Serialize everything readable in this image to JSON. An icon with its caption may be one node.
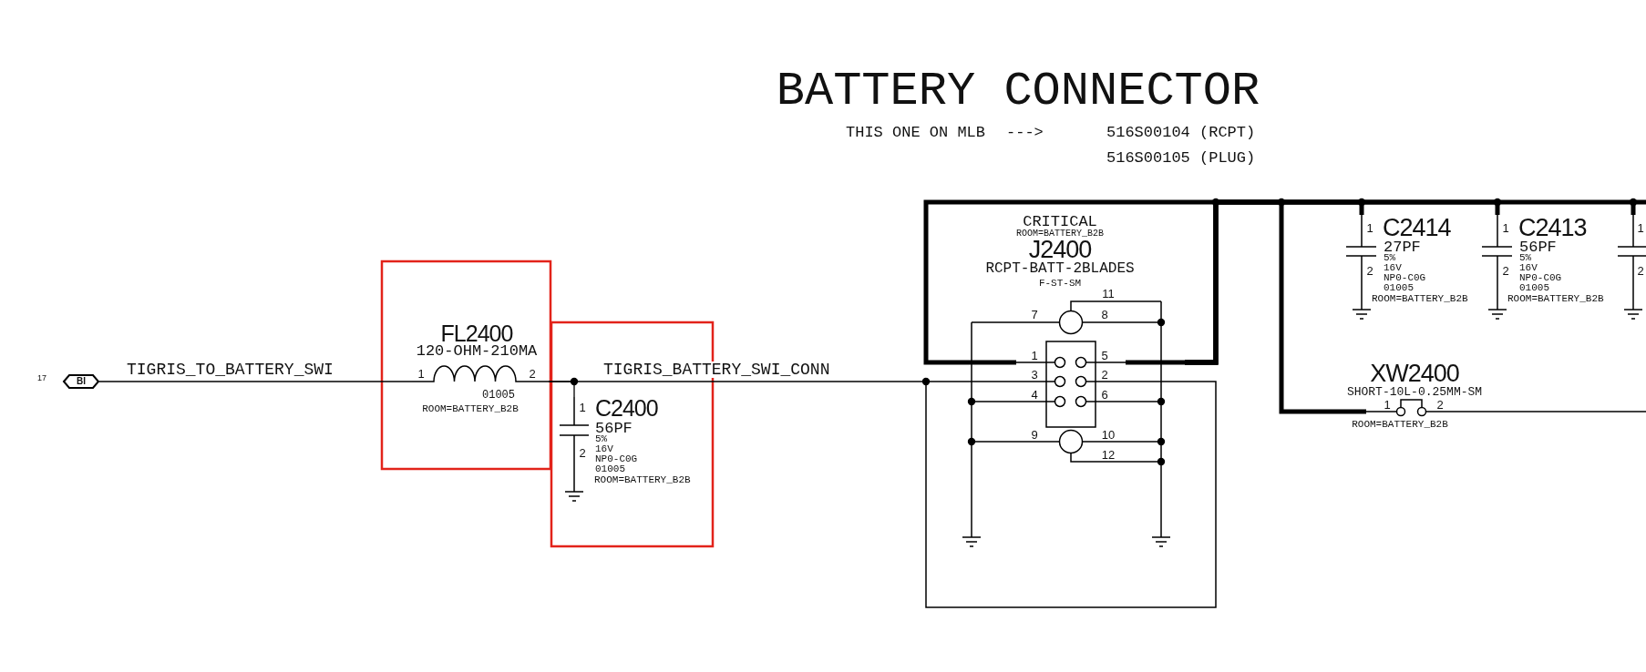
{
  "diagram": {
    "title": "BATTERY CONNECTOR",
    "nodes": [
      {
        "text": [
          "BI"
        ],
        "beside": [
          "17"
        ]
      },
      {
        "text": [
          "FL2400",
          "120-OHM-210MA",
          "01005",
          "ROOM=BATTERY_B2B"
        ]
      },
      {
        "text": [
          "C2400",
          "56PF",
          "5%",
          "16V",
          "NP0-C0G",
          "01005",
          "ROOM=BATTERY_B2B"
        ]
      },
      {
        "text": [
          "CRITICAL",
          "ROOM=BATTERY_B2B",
          "J2400",
          "RCPT-BATT-2BLADES",
          "F-ST-SM"
        ]
      },
      {
        "text": [
          "C2414",
          "27PF",
          "5%",
          "16V",
          "NP0-C0G",
          "01005",
          "ROOM=BATTERY_B2B"
        ]
      },
      {
        "text": [
          "C2413",
          "56PF",
          "5%",
          "16V",
          "NP0-C0G",
          "01005",
          "ROOM=BATTERY_B2B"
        ]
      },
      {
        "text": [],
        "shape": "capacitor"
      },
      {
        "text": [
          "XW2400",
          "SHORT-10L-0.25MM-SM",
          "ROOM=BATTERY_B2B"
        ]
      }
    ],
    "edges": [
      {
        "from": 0,
        "to": 1,
        "arrow": "none",
        "label": "TIGRIS_TO_BATTERY_SWI"
      },
      {
        "from": 1,
        "to": 3,
        "arrow": "none",
        "label": "TIGRIS_BATTERY_SWI_CONN"
      },
      {
        "from": 1,
        "to": 2,
        "arrow": "none"
      },
      {
        "from": 3,
        "to": 4,
        "arrow": "none",
        "style": "thick"
      },
      {
        "from": 3,
        "to": 5,
        "arrow": "none",
        "style": "thick"
      },
      {
        "from": 3,
        "to": 6,
        "arrow": "none",
        "style": "thick"
      },
      {
        "from": 3,
        "to": 7,
        "arrow": "none",
        "style": "thick"
      },
      {
        "from": 7,
        "to": null,
        "arrow": "none"
      }
    ],
    "labels": [
      "THIS ONE ON MLB",
      "--->",
      "516S00104 (RCPT)",
      "516S00105 (PLUG)",
      "1",
      "2",
      "1",
      "2",
      "11",
      "7",
      "8",
      "1",
      "5",
      "3",
      "2",
      "4",
      "6",
      "9",
      "10",
      "12",
      "1",
      "2",
      "1",
      "2",
      "1",
      "2",
      "1",
      "2"
    ]
  }
}
